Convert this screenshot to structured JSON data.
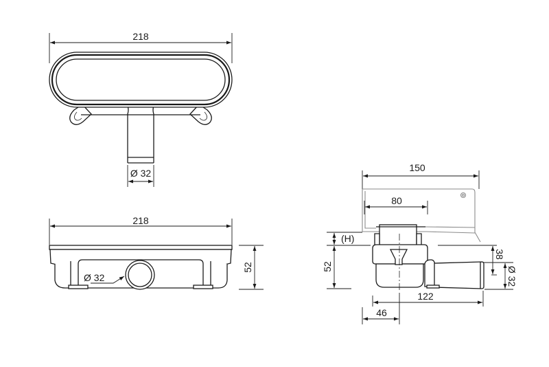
{
  "drawing": {
    "top_view": {
      "width_label": "218",
      "outlet_diameter_label": "Ø 32"
    },
    "front_view": {
      "width_label": "218",
      "height_label": "52",
      "outlet_diameter_label": "Ø 32"
    },
    "side_view": {
      "length_label": "150",
      "inner_length_label": "80",
      "adjust_height_label": "(H)",
      "body_height_label": "52",
      "outlet_height_label": "38",
      "outlet_diameter_label": "Ø 32",
      "overall_length_label": "122",
      "center_offset_label": "46"
    }
  }
}
